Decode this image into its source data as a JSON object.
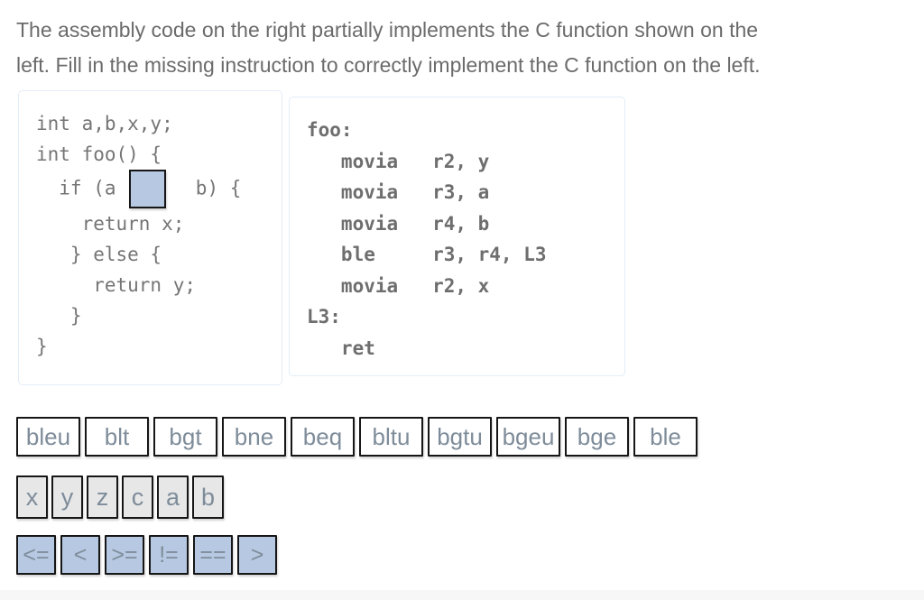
{
  "instructions": {
    "line1": "The assembly code on the right partially implements the C function shown on the",
    "line2": "left. Fill in the missing instruction to correctly implement the C function on the left."
  },
  "c_panel": {
    "l1": "int a,b,x,y;",
    "l2": "int foo() {",
    "if_before": "  if (a",
    "if_after": "  b) {",
    "l4": "    return x;",
    "l5": "   } else {",
    "l6": "     return y;",
    "l7": "   }",
    "l8": "}"
  },
  "asm_panel": {
    "lines": [
      "foo:",
      "   movia   r2, y",
      "   movia   r3, a",
      "   movia   r4, b",
      "   ble     r3, r4, L3",
      "   movia   r2, x",
      "L3:",
      "   ret"
    ]
  },
  "tiles": {
    "branches": [
      "bleu",
      "blt",
      "bgt",
      "bne",
      "beq",
      "bltu",
      "bgtu",
      "bgeu",
      "bge",
      "ble"
    ],
    "variables": [
      "x",
      "y",
      "z",
      "c",
      "a",
      "b"
    ],
    "operators": [
      "<=",
      "<",
      ">=",
      "!=",
      "==",
      ">"
    ]
  },
  "colors": {
    "heading_text": "#6b6b6b",
    "code_text": "#757575",
    "asm_text": "#6e6e6e",
    "panel_border": "#e3edf7",
    "tile_border": "#161616",
    "tile_text": "#7e8c9a",
    "tile_blue": "#b7c9e2",
    "tile_gray": "#e7e7e7"
  }
}
